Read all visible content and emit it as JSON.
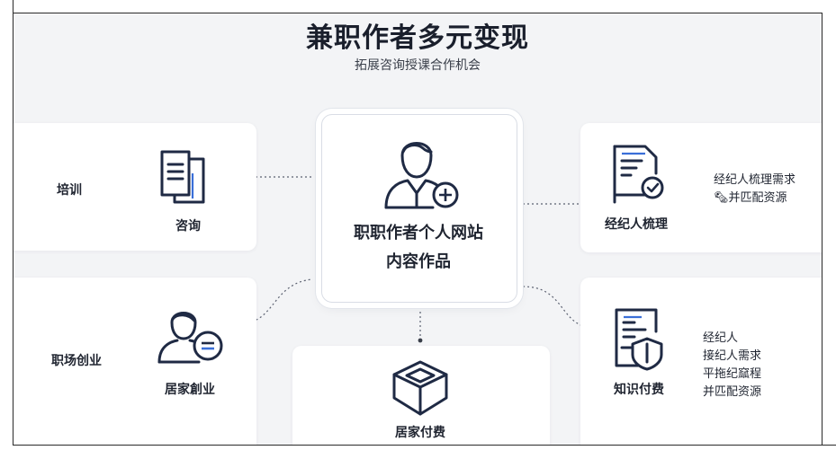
{
  "header": {
    "title": "兼职作者多元变现",
    "subtitle": "拓展咨询授课合作机会"
  },
  "center": {
    "line1": "职职作者个人网站",
    "line2": "内容作品",
    "icon": "user-plus-icon"
  },
  "nodes": {
    "consult": {
      "side_label": "培训",
      "icon_label": "咨询",
      "icon": "documents-icon"
    },
    "agent": {
      "icon_label": "经纪人梳理",
      "icon": "document-check-icon",
      "desc": [
        "经纪人梳理需求",
        "🗞并匹配资源"
      ]
    },
    "startup": {
      "side_label": "职场创业",
      "icon_label": "居家創业",
      "icon": "user-minus-icon"
    },
    "home_pay": {
      "icon_label": "居家付费",
      "icon": "box-icon"
    },
    "knowledge": {
      "icon_label": "知识付费",
      "icon": "document-shield-icon",
      "desc": [
        "经纪人",
        "接纪人需求",
        "平拖纪窳程",
        "并匹配资源"
      ]
    }
  },
  "colors": {
    "ink": "#1f2a44",
    "accent": "#3a6fd8",
    "background": "#f3f4f6",
    "card": "#ffffff",
    "dots": "#4a4f5a"
  }
}
